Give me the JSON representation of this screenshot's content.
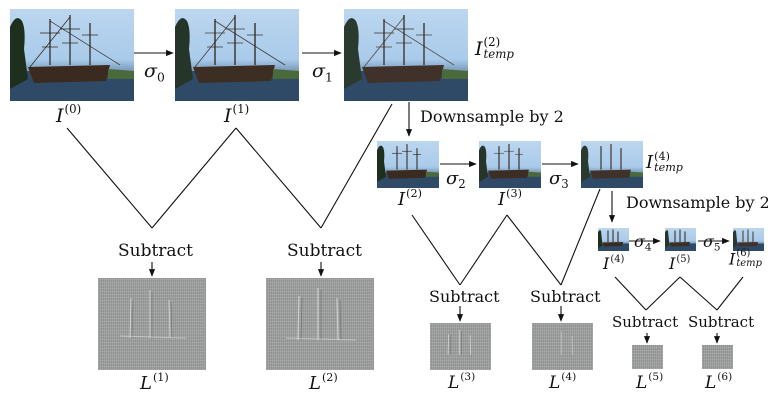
{
  "labels": {
    "i0": {
      "base": "I",
      "sup": "(0)"
    },
    "i1": {
      "base": "I",
      "sup": "(1)"
    },
    "itemp2": {
      "base": "I",
      "sup": "(2)",
      "sub": "temp"
    },
    "i2": {
      "base": "I",
      "sup": "(2)"
    },
    "i3": {
      "base": "I",
      "sup": "(3)"
    },
    "itemp4": {
      "base": "I",
      "sup": "(4)",
      "sub": "temp"
    },
    "i4": {
      "base": "I",
      "sup": "(4)"
    },
    "i5": {
      "base": "I",
      "sup": "(5)"
    },
    "itemp6": {
      "base": "I",
      "sup": "(6)",
      "sub": "temp"
    },
    "l1": {
      "base": "L",
      "sup": "(1)"
    },
    "l2": {
      "base": "L",
      "sup": "(2)"
    },
    "l3": {
      "base": "L",
      "sup": "(3)"
    },
    "l4": {
      "base": "L",
      "sup": "(4)"
    },
    "l5": {
      "base": "L",
      "sup": "(5)"
    },
    "l6": {
      "base": "L",
      "sup": "(6)"
    }
  },
  "sigmas": {
    "s0": {
      "base": "σ",
      "sub": "0"
    },
    "s1": {
      "base": "σ",
      "sub": "1"
    },
    "s2": {
      "base": "σ",
      "sub": "2"
    },
    "s3": {
      "base": "σ",
      "sub": "3"
    },
    "s4": {
      "base": "σ",
      "sub": "4"
    },
    "s5": {
      "base": "σ",
      "sub": "5"
    }
  },
  "text": {
    "downsample": "Downsample by 2",
    "subtract": "Subtract"
  },
  "colors": {
    "sky": "#a9cbea",
    "water": "#34516f",
    "laplacian_gray": "#9fa0a0",
    "line": "#111111"
  },
  "icons": {
    "photo": "ship-photo",
    "residual": "laplacian-residual"
  }
}
